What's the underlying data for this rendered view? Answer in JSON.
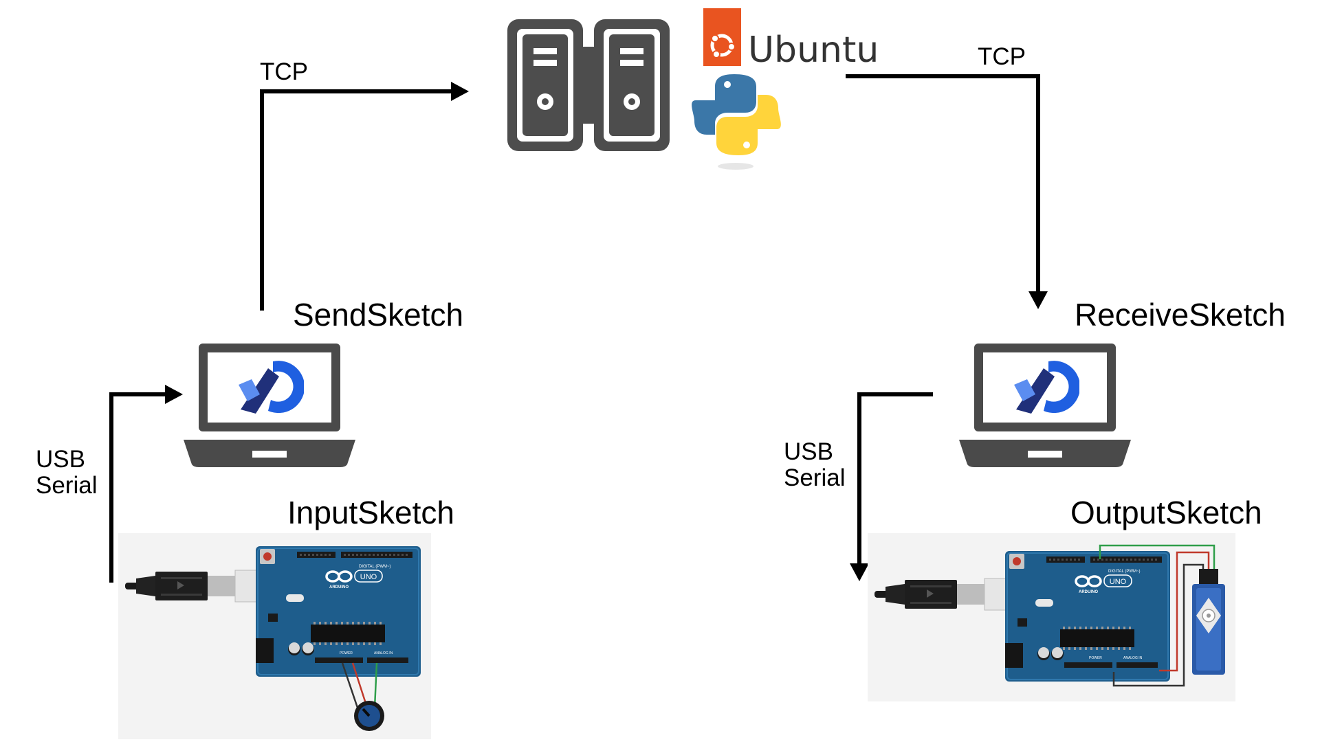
{
  "labels": {
    "tcp_left": "TCP",
    "tcp_right": "TCP",
    "send_sketch": "SendSketch",
    "receive_sketch": "ReceiveSketch",
    "input_sketch": "InputSketch",
    "output_sketch": "OutputSketch",
    "usb_left_line1": "USB",
    "usb_left_line2": "Serial",
    "usb_right_line1": "USB",
    "usb_right_line2": "Serial",
    "ubuntu": "Ubuntu",
    "board_brand": "ARDUINO",
    "board_model": "UNO",
    "board_digital": "DIGITAL (PWM~)",
    "board_power": "POWER",
    "board_analog": "ANALOG IN"
  },
  "icons": {
    "servers": "server-pair-icon",
    "ubuntu_logo": "ubuntu-logo-icon",
    "python_logo": "python-logo-icon",
    "laptop": "laptop-icon",
    "app_logo": "app-logo-icon",
    "arduino_board": "arduino-uno-icon",
    "usb_cable": "usb-cable-icon",
    "potentiometer": "potentiometer-icon",
    "servo": "servo-motor-icon"
  },
  "colors": {
    "line": "#000000",
    "server_gray": "#4d4d4d",
    "laptop_gray": "#4a4a4a",
    "ubuntu_orange": "#e95420",
    "python_blue": "#3b77a8",
    "python_yellow": "#ffd43b",
    "arduino_blue": "#1e5d8c",
    "app_blue": "#1f5fe0",
    "app_navy": "#20307a",
    "app_light": "#5b8df0"
  }
}
